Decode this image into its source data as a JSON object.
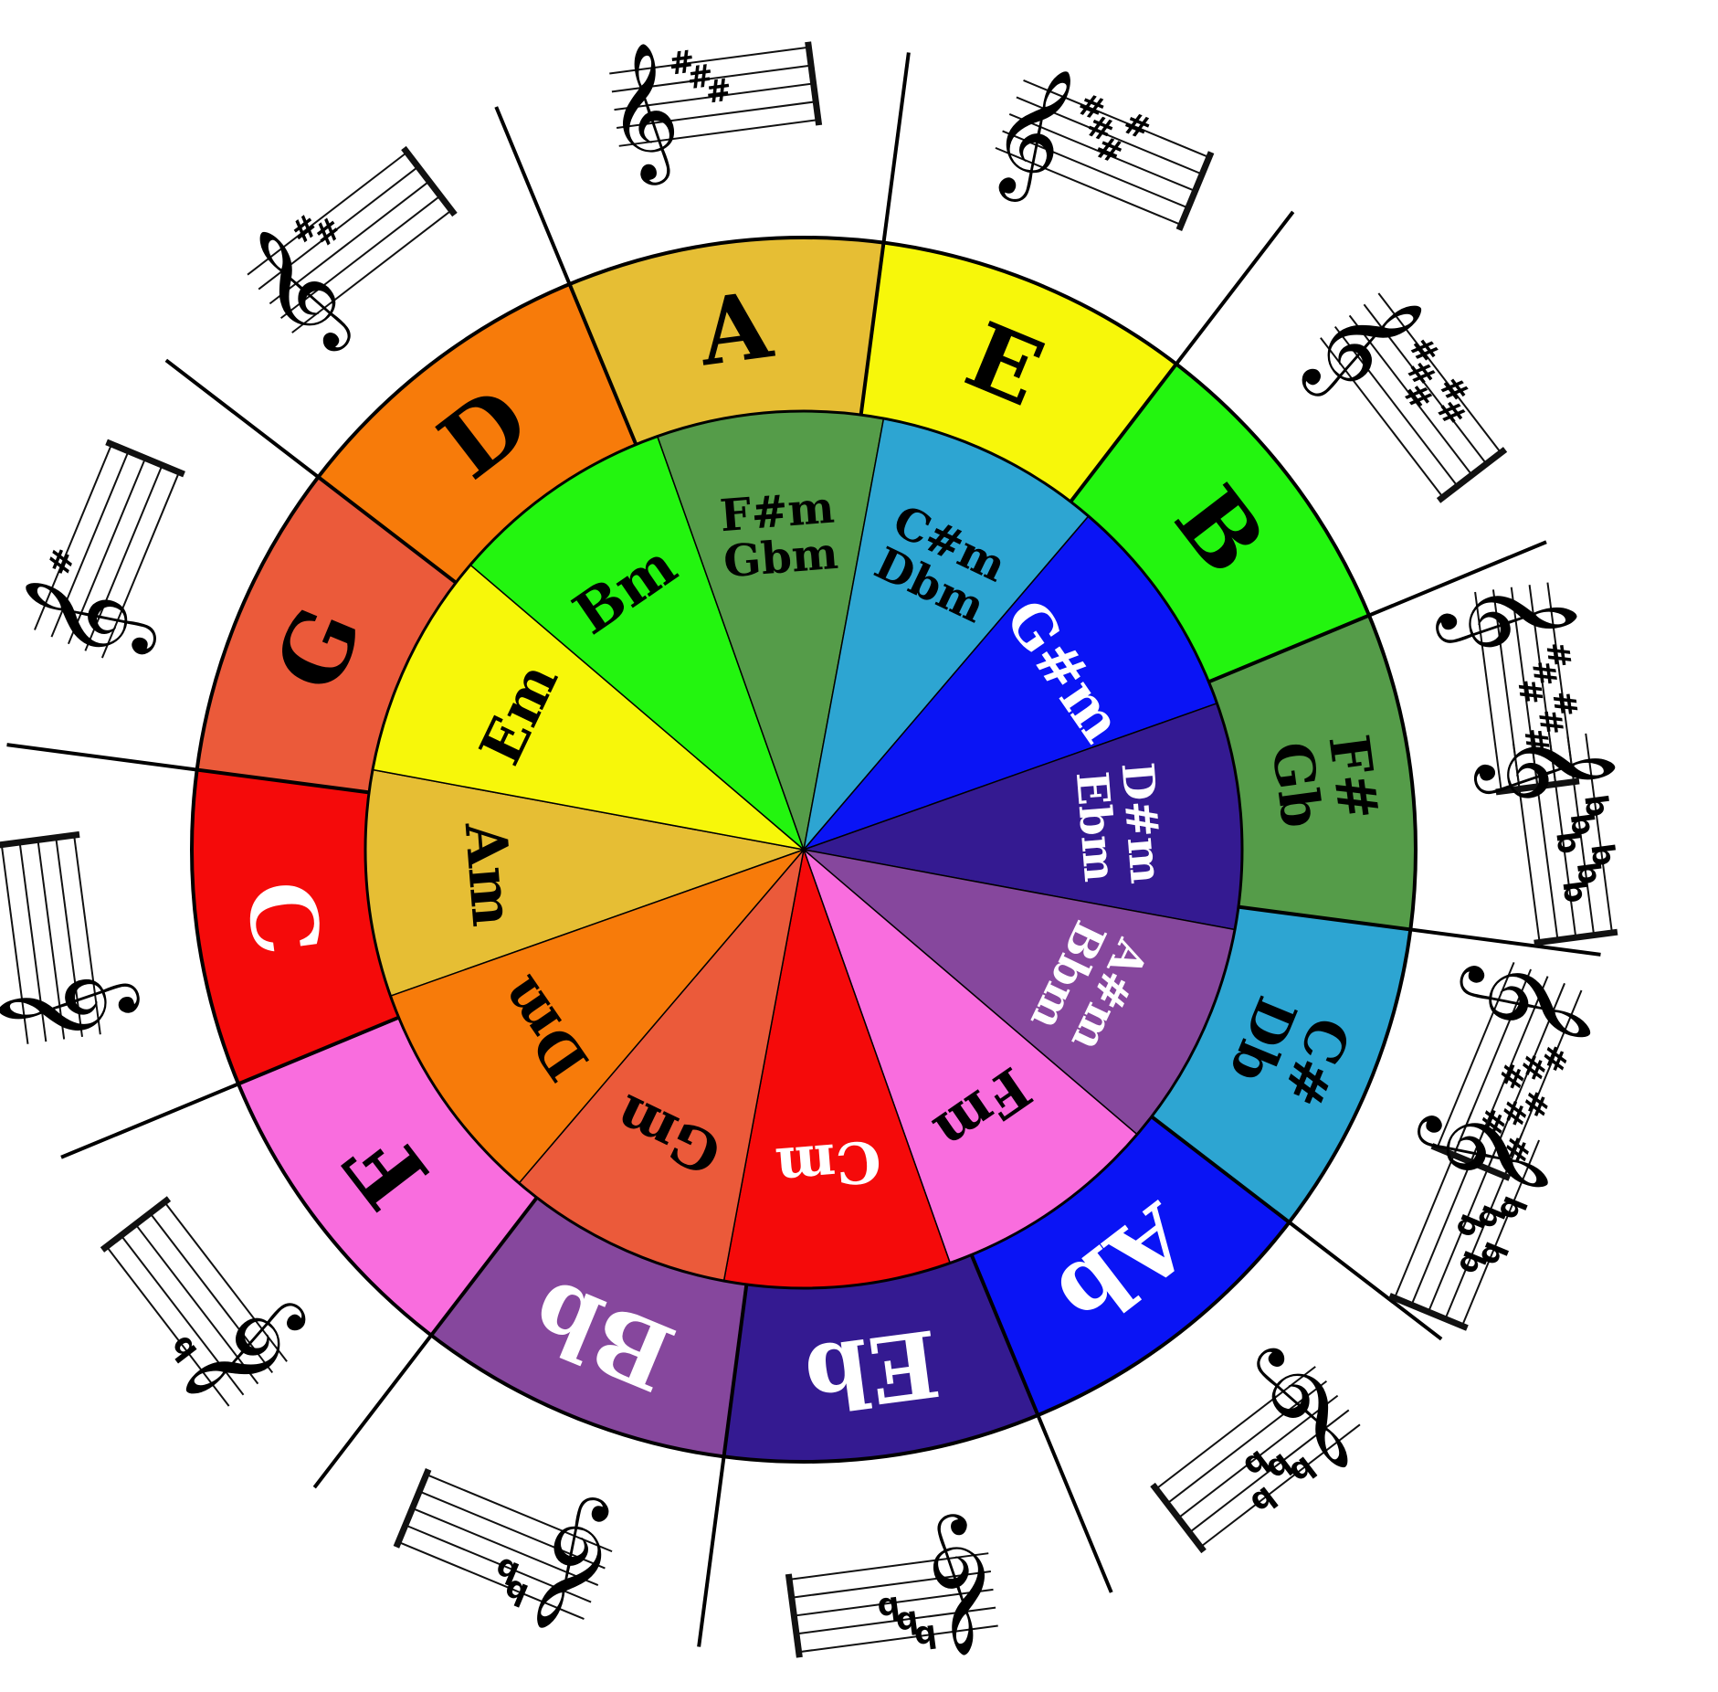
{
  "major_keys": [
    {
      "label": "C",
      "alt": "",
      "sharps": 0,
      "flats": 0,
      "color": "#F50A0A",
      "text_color": "#ffffff"
    },
    {
      "label": "G",
      "alt": "",
      "sharps": 1,
      "flats": 0,
      "color": "#EB5A3A",
      "text_color": "#000000"
    },
    {
      "label": "D",
      "alt": "",
      "sharps": 2,
      "flats": 0,
      "color": "#F77B0A",
      "text_color": "#000000"
    },
    {
      "label": "A",
      "alt": "",
      "sharps": 3,
      "flats": 0,
      "color": "#E6BE34",
      "text_color": "#000000"
    },
    {
      "label": "E",
      "alt": "",
      "sharps": 4,
      "flats": 0,
      "color": "#F7F70A",
      "text_color": "#000000"
    },
    {
      "label": "B",
      "alt": "",
      "sharps": 5,
      "flats": 0,
      "color": "#23F50F",
      "text_color": "#000000"
    },
    {
      "label": "F#",
      "alt": "Gb",
      "sharps": 6,
      "flats": 6,
      "color": "#559C49",
      "text_color": "#000000"
    },
    {
      "label": "C#",
      "alt": "Db",
      "sharps": 7,
      "flats": 5,
      "color": "#2DA5D2",
      "text_color": "#000000"
    },
    {
      "label": "Ab",
      "alt": "",
      "sharps": 0,
      "flats": 4,
      "color": "#0A14F5",
      "text_color": "#ffffff"
    },
    {
      "label": "Eb",
      "alt": "",
      "sharps": 0,
      "flats": 3,
      "color": "#341A91",
      "text_color": "#ffffff"
    },
    {
      "label": "Bb",
      "alt": "",
      "sharps": 0,
      "flats": 2,
      "color": "#86479D",
      "text_color": "#ffffff"
    },
    {
      "label": "F",
      "alt": "",
      "sharps": 0,
      "flats": 1,
      "color": "#F96DDE",
      "text_color": "#000000"
    }
  ],
  "minor_keys": [
    {
      "label": "Am",
      "alt": "",
      "color": "#E6BE34",
      "text_color": "#000000"
    },
    {
      "label": "Em",
      "alt": "",
      "color": "#F7F70A",
      "text_color": "#000000"
    },
    {
      "label": "Bm",
      "alt": "",
      "color": "#23F50F",
      "text_color": "#000000"
    },
    {
      "label": "F#m",
      "alt": "Gbm",
      "color": "#559C49",
      "text_color": "#000000"
    },
    {
      "label": "C#m",
      "alt": "Dbm",
      "color": "#2DA5D2",
      "text_color": "#000000"
    },
    {
      "label": "G#m",
      "alt": "",
      "color": "#0A14F5",
      "text_color": "#ffffff"
    },
    {
      "label": "D#m",
      "alt": "Ebm",
      "color": "#341A91",
      "text_color": "#ffffff"
    },
    {
      "label": "A#m",
      "alt": "Bbm",
      "color": "#86479D",
      "text_color": "#ffffff"
    },
    {
      "label": "Fm",
      "alt": "",
      "color": "#F96DDE",
      "text_color": "#000000"
    },
    {
      "label": "Cm",
      "alt": "",
      "color": "#F50A0A",
      "text_color": "#ffffff"
    },
    {
      "label": "Gm",
      "alt": "",
      "color": "#EB5A3A",
      "text_color": "#000000"
    },
    {
      "label": "Dm",
      "alt": "",
      "color": "#F77B0A",
      "text_color": "#000000"
    }
  ],
  "symbols": {
    "sharp": "#",
    "flat": "b",
    "clef": "𝄞"
  }
}
